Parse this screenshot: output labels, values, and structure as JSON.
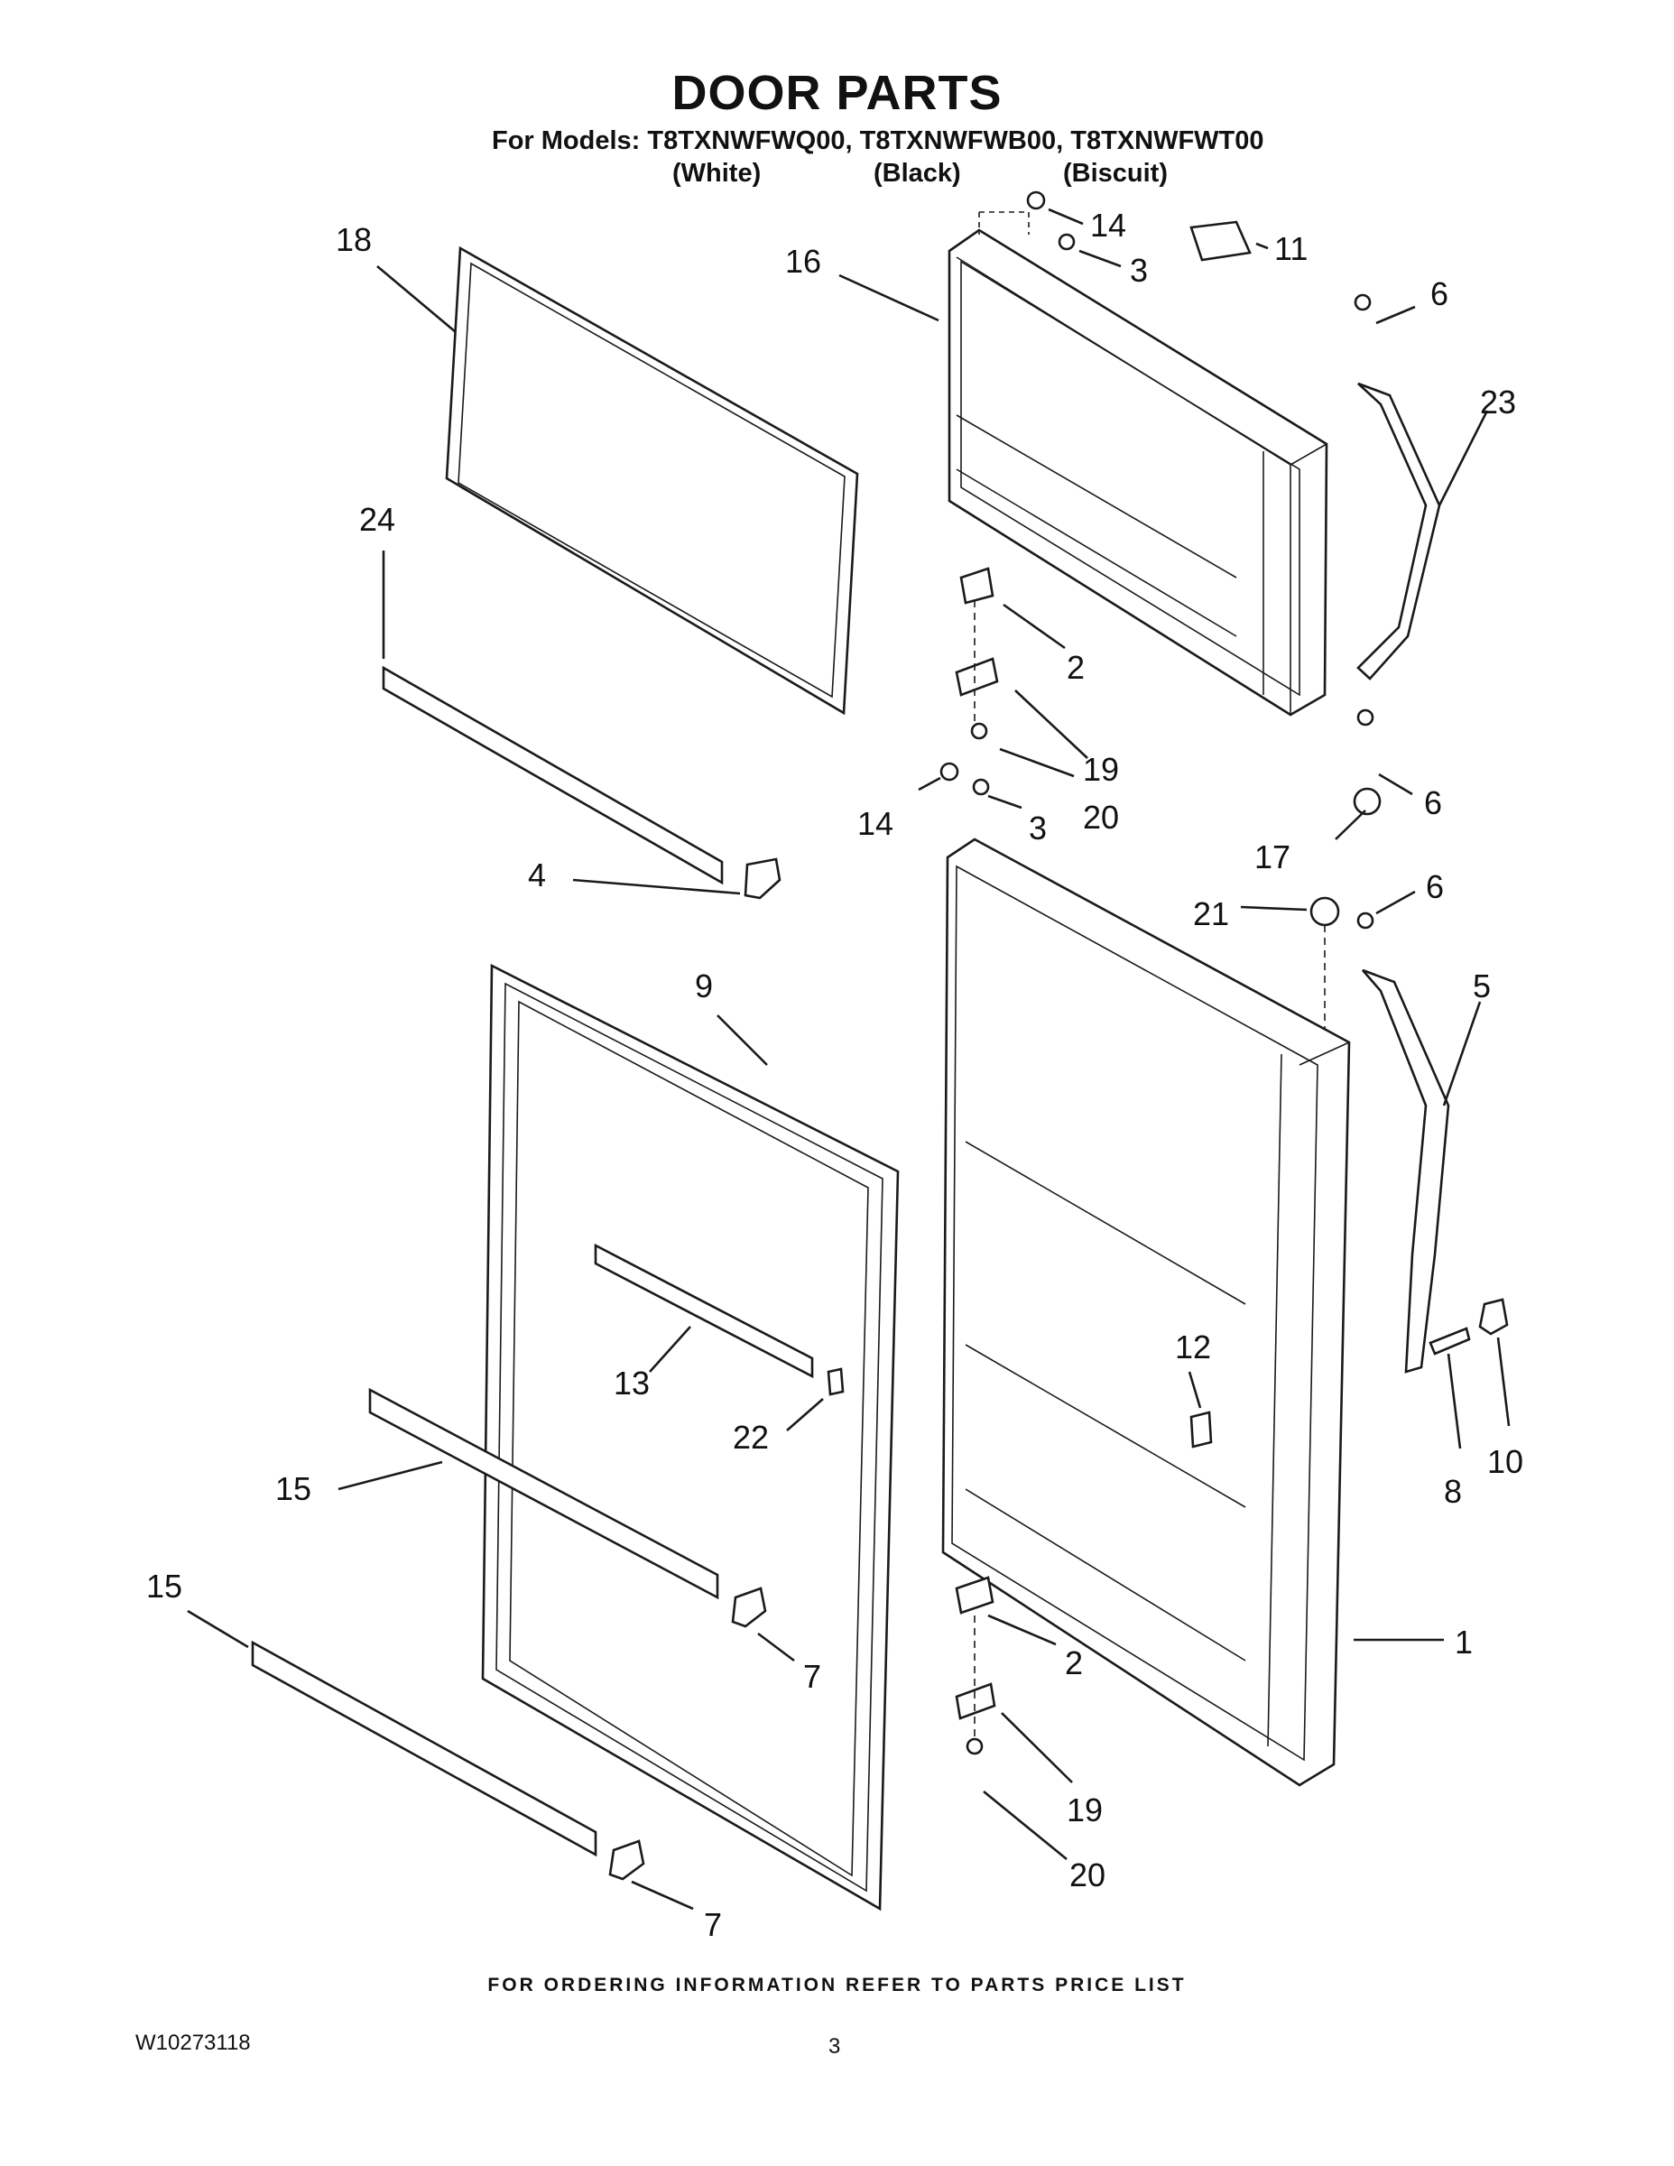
{
  "title": "DOOR PARTS",
  "models_line": "For Models: T8TXNWFWQ00, T8TXNWFWB00, T8TXNWFWT00",
  "colors": [
    "(White)",
    "(Black)",
    "(Biscuit)"
  ],
  "footer": "FOR ORDERING INFORMATION REFER TO PARTS PRICE LIST",
  "doc_number": "W10273118",
  "page_number": "3",
  "callouts": [
    "18",
    "24",
    "4",
    "9",
    "13",
    "22",
    "15",
    "15",
    "7",
    "7",
    "16",
    "14",
    "3",
    "11",
    "6",
    "23",
    "2",
    "19",
    "20",
    "6",
    "17",
    "14",
    "3",
    "21",
    "6",
    "5",
    "12",
    "8",
    "10",
    "1",
    "2",
    "19",
    "20"
  ]
}
